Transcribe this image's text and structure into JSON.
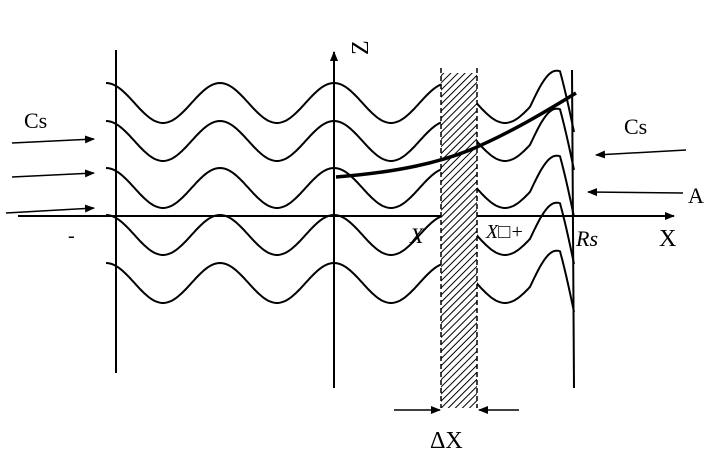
{
  "labels": {
    "cs_left": "Cs",
    "cs_right": "Cs",
    "a_label": "A",
    "minus_sign": "-",
    "x_axis_label": "X",
    "z_axis_label": "Z",
    "x_position": "X",
    "x_plus_position": "X□+",
    "rs_position": "Rs",
    "delta_x": "ΔX"
  }
}
